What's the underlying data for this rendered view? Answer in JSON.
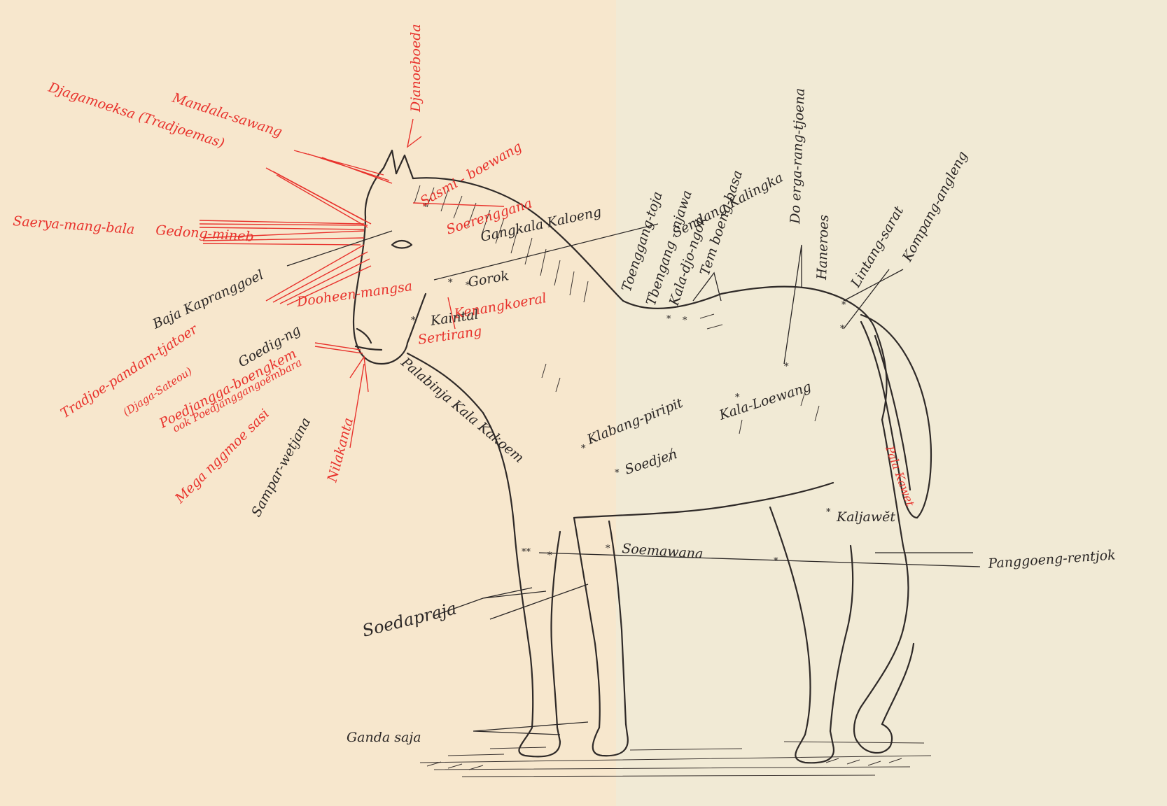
{
  "colors": {
    "paper": "#f7e7cd",
    "paper_right": "#f1ead5",
    "ink": "#2b2726",
    "red_ink": "#e8322c"
  },
  "labels": {
    "djanoeboeda": "Djanoeboeda",
    "mandala_sawang": "Mandala-sawang",
    "djagamoeksa": "Djagamoeksa (Tradjoemas)",
    "sasmita_boewang": "Sasmi - boewang",
    "saerya_mang_bala": "Saerya-mang-bala",
    "gedong_mineb": "Gedong-mineb",
    "soerenggana": "Soerenggana",
    "gangkala_kaloeng": "Gangkala Kaloeng",
    "baja_kapranggoel": "Baja Kapranggoel",
    "dooheen_mangsa": "Dooheen-mangsa",
    "gorok": "Gorok",
    "kenangkoeral": "Kenangkoeral",
    "kaintal": "Kaintal",
    "sertirang": "Sertirang",
    "goedig_ng": "Goedig-ng",
    "tradjoe_pandam": "Tradjoe-pandam-tjatoer",
    "djaga_sateoe": "(Djaga-Sateou)",
    "poedjangga_boengkem": "Poedjangga-boengkem",
    "ook_poedjanggan": "ook Poedjanggangoembara",
    "mega_nggmoe": "Mega nggmoe sasi",
    "sampar_wetjana": "Sampar-wetjana",
    "nilakanta": "Nilakanta",
    "palabinja": "Palabinja Kala Kakoem",
    "toenggang_toja": "Toenggang-toja",
    "tbengang_njawa": "Tbengang - njawa",
    "kala_djo_ngok": "Kala-djo-ngok",
    "sendang_kalingka": "Sendang Kalingka",
    "tem_boeng_basa": "Tem boeng-basa",
    "do_erga_rang_tjoena": "Do erga-rang-tjoena",
    "haneroes": "Haneroes",
    "lintang_sarat": "Lintang-sarat",
    "kompang_angleng": "Kompang-angleng",
    "klabang_piripit": "Klabang-piripit",
    "kala_loewang": "Kala-Loewang",
    "soedjen": "Soedjen",
    "kaljawet": "Kaljawĕt",
    "pala_kawet": "Pala Kawet",
    "soemawana": "Soemawana",
    "panggoeng_rentjok": "Panggoeng-rentjok",
    "soedapraja": "Soedapraja",
    "ganda_saja": "Ganda saja"
  }
}
